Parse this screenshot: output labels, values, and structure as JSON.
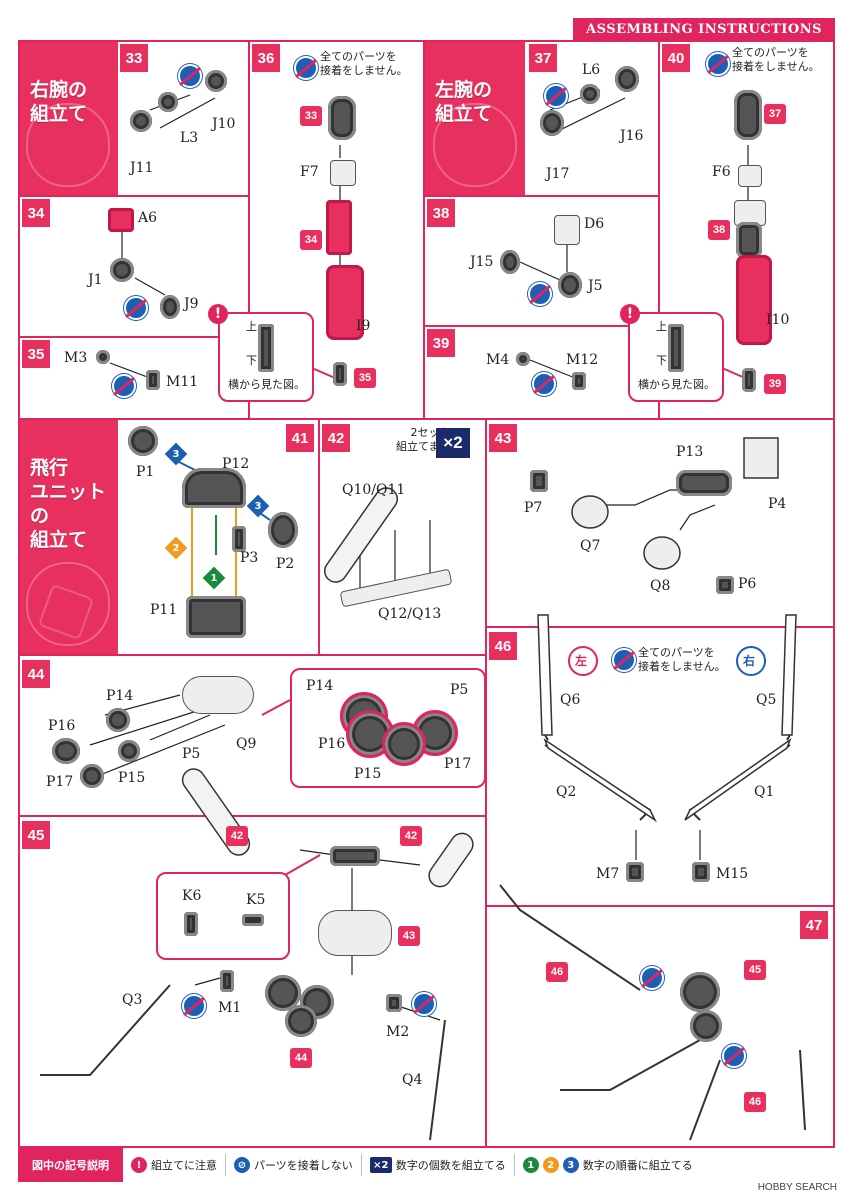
{
  "banner": "ASSEMBLING INSTRUCTIONS",
  "sections": {
    "right_arm": "右腕の\n組立て",
    "left_arm": "左腕の\n組立て",
    "flight_unit": "飛行\nユニットの\n組立て"
  },
  "steps": {
    "s33": "33",
    "s34": "34",
    "s35": "35",
    "s36": "36",
    "s37": "37",
    "s38": "38",
    "s39": "39",
    "s40": "40",
    "s41": "41",
    "s42": "42",
    "s43": "43",
    "s44": "44",
    "s45": "45",
    "s46": "46",
    "s47": "47"
  },
  "notes": {
    "no_glue_all": "全てのパーツを\n接着をしません。",
    "side_view": "横から見た図。",
    "top": "上",
    "bottom": "下",
    "two_sets": "2セット\n組立てます",
    "x2": "×2",
    "left": "左",
    "right": "右"
  },
  "parts": {
    "J10": "J10",
    "L3": "L3",
    "J11": "J11",
    "A6": "A6",
    "J1": "J1",
    "J9": "J9",
    "M3": "M3",
    "M11": "M11",
    "F7": "F7",
    "I9": "I9",
    "L6": "L6",
    "J16": "J16",
    "J17": "J17",
    "D6": "D6",
    "J15": "J15",
    "J5": "J5",
    "M4": "M4",
    "M12": "M12",
    "F6": "F6",
    "I10": "I10",
    "P1": "P1",
    "P12": "P12",
    "P3": "P3",
    "P2": "P2",
    "P11": "P11",
    "Q10Q11": "Q10/Q11",
    "Q12Q13": "Q12/Q13",
    "P7": "P7",
    "P13": "P13",
    "P4": "P4",
    "Q7": "Q7",
    "Q8": "Q8",
    "P6": "P6",
    "P14": "P14",
    "P16": "P16",
    "P5": "P5",
    "Q9": "Q9",
    "P17": "P17",
    "P15": "P15",
    "K6": "K6",
    "K5": "K5",
    "Q3": "Q3",
    "M1": "M1",
    "M2": "M2",
    "Q4": "Q4",
    "Q6": "Q6",
    "Q5": "Q5",
    "Q2": "Q2",
    "Q1": "Q1",
    "M7": "M7",
    "M15": "M15"
  },
  "legend": {
    "title": "図中の記号説明",
    "caution": "組立てに注意",
    "no_glue": "パーツを接着しない",
    "x2": "×2",
    "multiply": "数字の個数を組立てる",
    "order": "数字の順番に組立てる"
  },
  "watermark": "HOBBY SEARCH",
  "colors": {
    "accent": "#e0245e",
    "blue": "#1e5fb6",
    "navy": "#1b2a6b",
    "green": "#1a8a3a",
    "orange": "#f39a1e"
  }
}
